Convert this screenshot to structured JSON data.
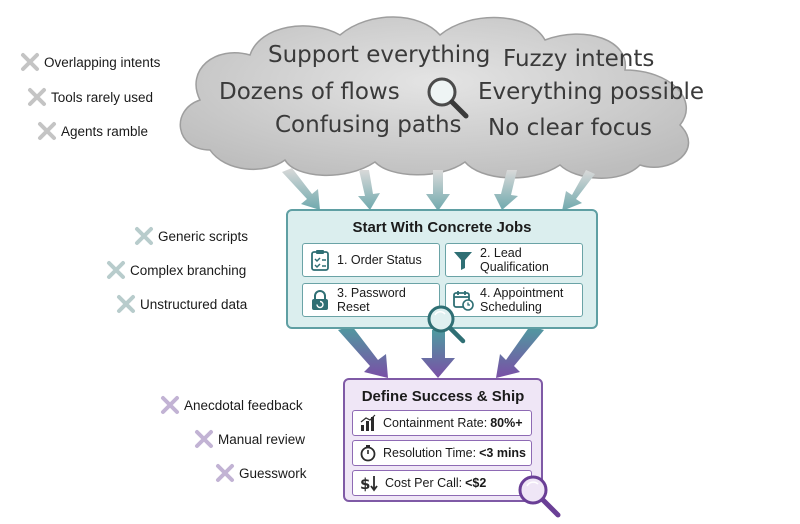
{
  "cloud": {
    "phrases": [
      "Support everything",
      "Fuzzy intents",
      "Dozens of flows",
      "Everything possible",
      "Confusing paths",
      "No clear focus"
    ],
    "icon": "magnifier-icon"
  },
  "left_top": [
    "Overlapping intents",
    "Tools rarely used",
    "Agents ramble"
  ],
  "left_mid": [
    "Generic scripts",
    "Complex branching",
    "Unstructured data"
  ],
  "left_bottom": [
    "Anecdotal feedback",
    "Manual review",
    "Guesswork"
  ],
  "jobs": {
    "title": "Start With Concrete Jobs",
    "items": [
      {
        "label": "1. Order Status",
        "icon": "clipboard-checklist-icon"
      },
      {
        "label": "2. Lead Qualification",
        "icon": "funnel-icon"
      },
      {
        "label": "3. Password Reset",
        "icon": "lock-refresh-icon"
      },
      {
        "label": "4. Appointment Scheduling",
        "icon": "calendar-clock-icon"
      }
    ]
  },
  "success": {
    "title": "Define Success & Ship",
    "metrics": [
      {
        "label": "Containment Rate:",
        "value": "80%+",
        "icon": "bar-chart-icon"
      },
      {
        "label": "Resolution Time:",
        "value": "<3 mins",
        "icon": "stopwatch-icon"
      },
      {
        "label": "Cost Per Call:",
        "value": "<$2",
        "icon": "dollar-down-icon"
      }
    ]
  },
  "colors": {
    "cloud": "#c9c9c9",
    "teal": "#5f9fa3",
    "teal_fill": "#dbeeee",
    "purple": "#7f5aa6",
    "purple_fill": "#efe6f6",
    "x_gray": "#c4c4c4",
    "x_teal": "#b8cccc",
    "x_purple": "#c2b3d4"
  }
}
